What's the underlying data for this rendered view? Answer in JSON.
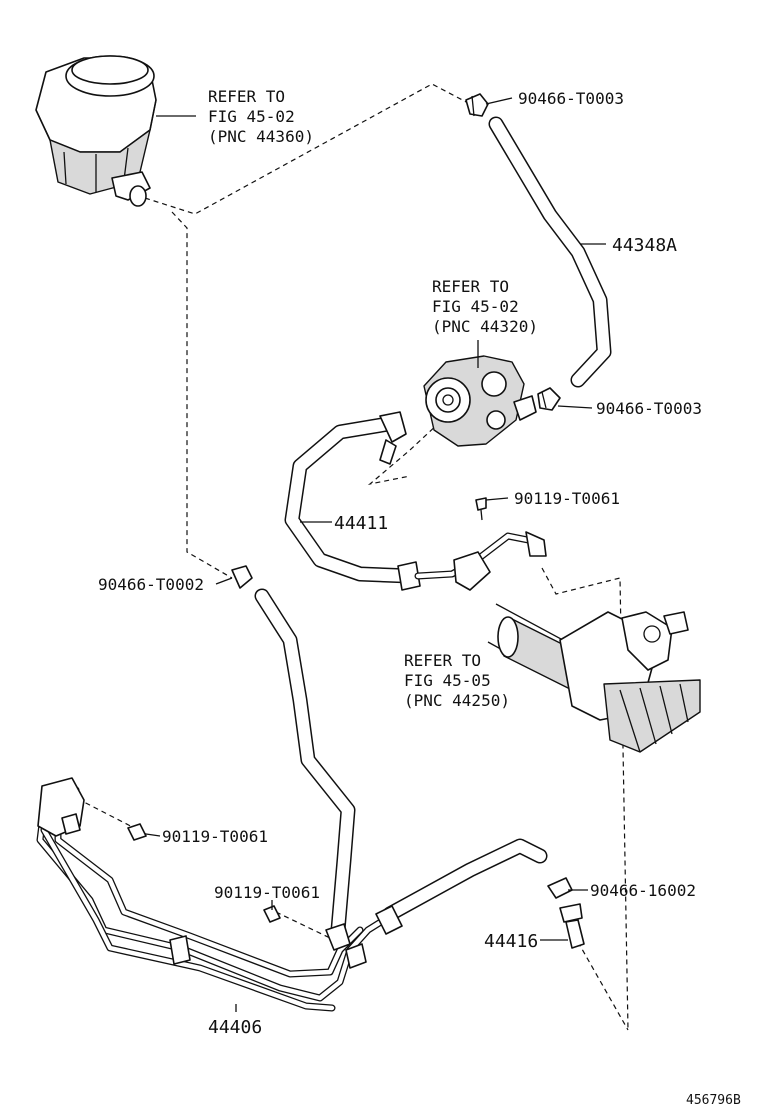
{
  "diagram": {
    "refs": {
      "reservoir": [
        "REFER TO",
        "FIG 45-02",
        "(PNC 44360)"
      ],
      "pump": [
        "REFER TO",
        "FIG 45-02",
        "(PNC 44320)"
      ],
      "gear": [
        "REFER TO",
        "FIG 45-05",
        "(PNC 44250)"
      ]
    },
    "parts": {
      "clip_top": "90466-T0003",
      "hose_return": "44348A",
      "clip_pump": "90466-T0003",
      "bolt_pressure": "90119-T0061",
      "pressure_hose": "44411",
      "clip_lower": "90466-T0002",
      "bolt_clamp": "90119-T0061",
      "bolt_bracket": "90119-T0061",
      "clip_right": "90466-16002",
      "union": "44416",
      "tube_assembly": "44406"
    },
    "illustration_id": "456796B"
  }
}
